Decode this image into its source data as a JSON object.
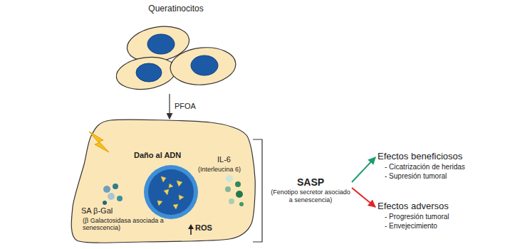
{
  "diagram": {
    "nodes": [
      {
        "text": [
          "Queratinocitos"
        ]
      },
      {
        "text": [
          "Daño al ADN",
          "IL-6",
          "(Interleucina 6)",
          "SA β-Gal",
          "(β Galactosidasa asociada a senescencia)",
          "ROS"
        ]
      },
      {
        "text": [
          "SASP",
          "(Fenotipo secretor asociado a senescencia)"
        ]
      },
      {
        "text": [
          "Efectos beneficiosos",
          "- Cicatrización de heridas",
          "- Supresión tumoral"
        ]
      },
      {
        "text": [
          "Efectos adversos",
          "- Progresión tumoral",
          "- Envejecimiento"
        ]
      }
    ],
    "edges": [
      {
        "from": 0,
        "to": 1,
        "label": "PFOA",
        "arrow": "to"
      },
      {
        "from": 2,
        "to": 3,
        "arrow": "to"
      },
      {
        "from": 2,
        "to": 4,
        "arrow": "to"
      }
    ]
  }
}
